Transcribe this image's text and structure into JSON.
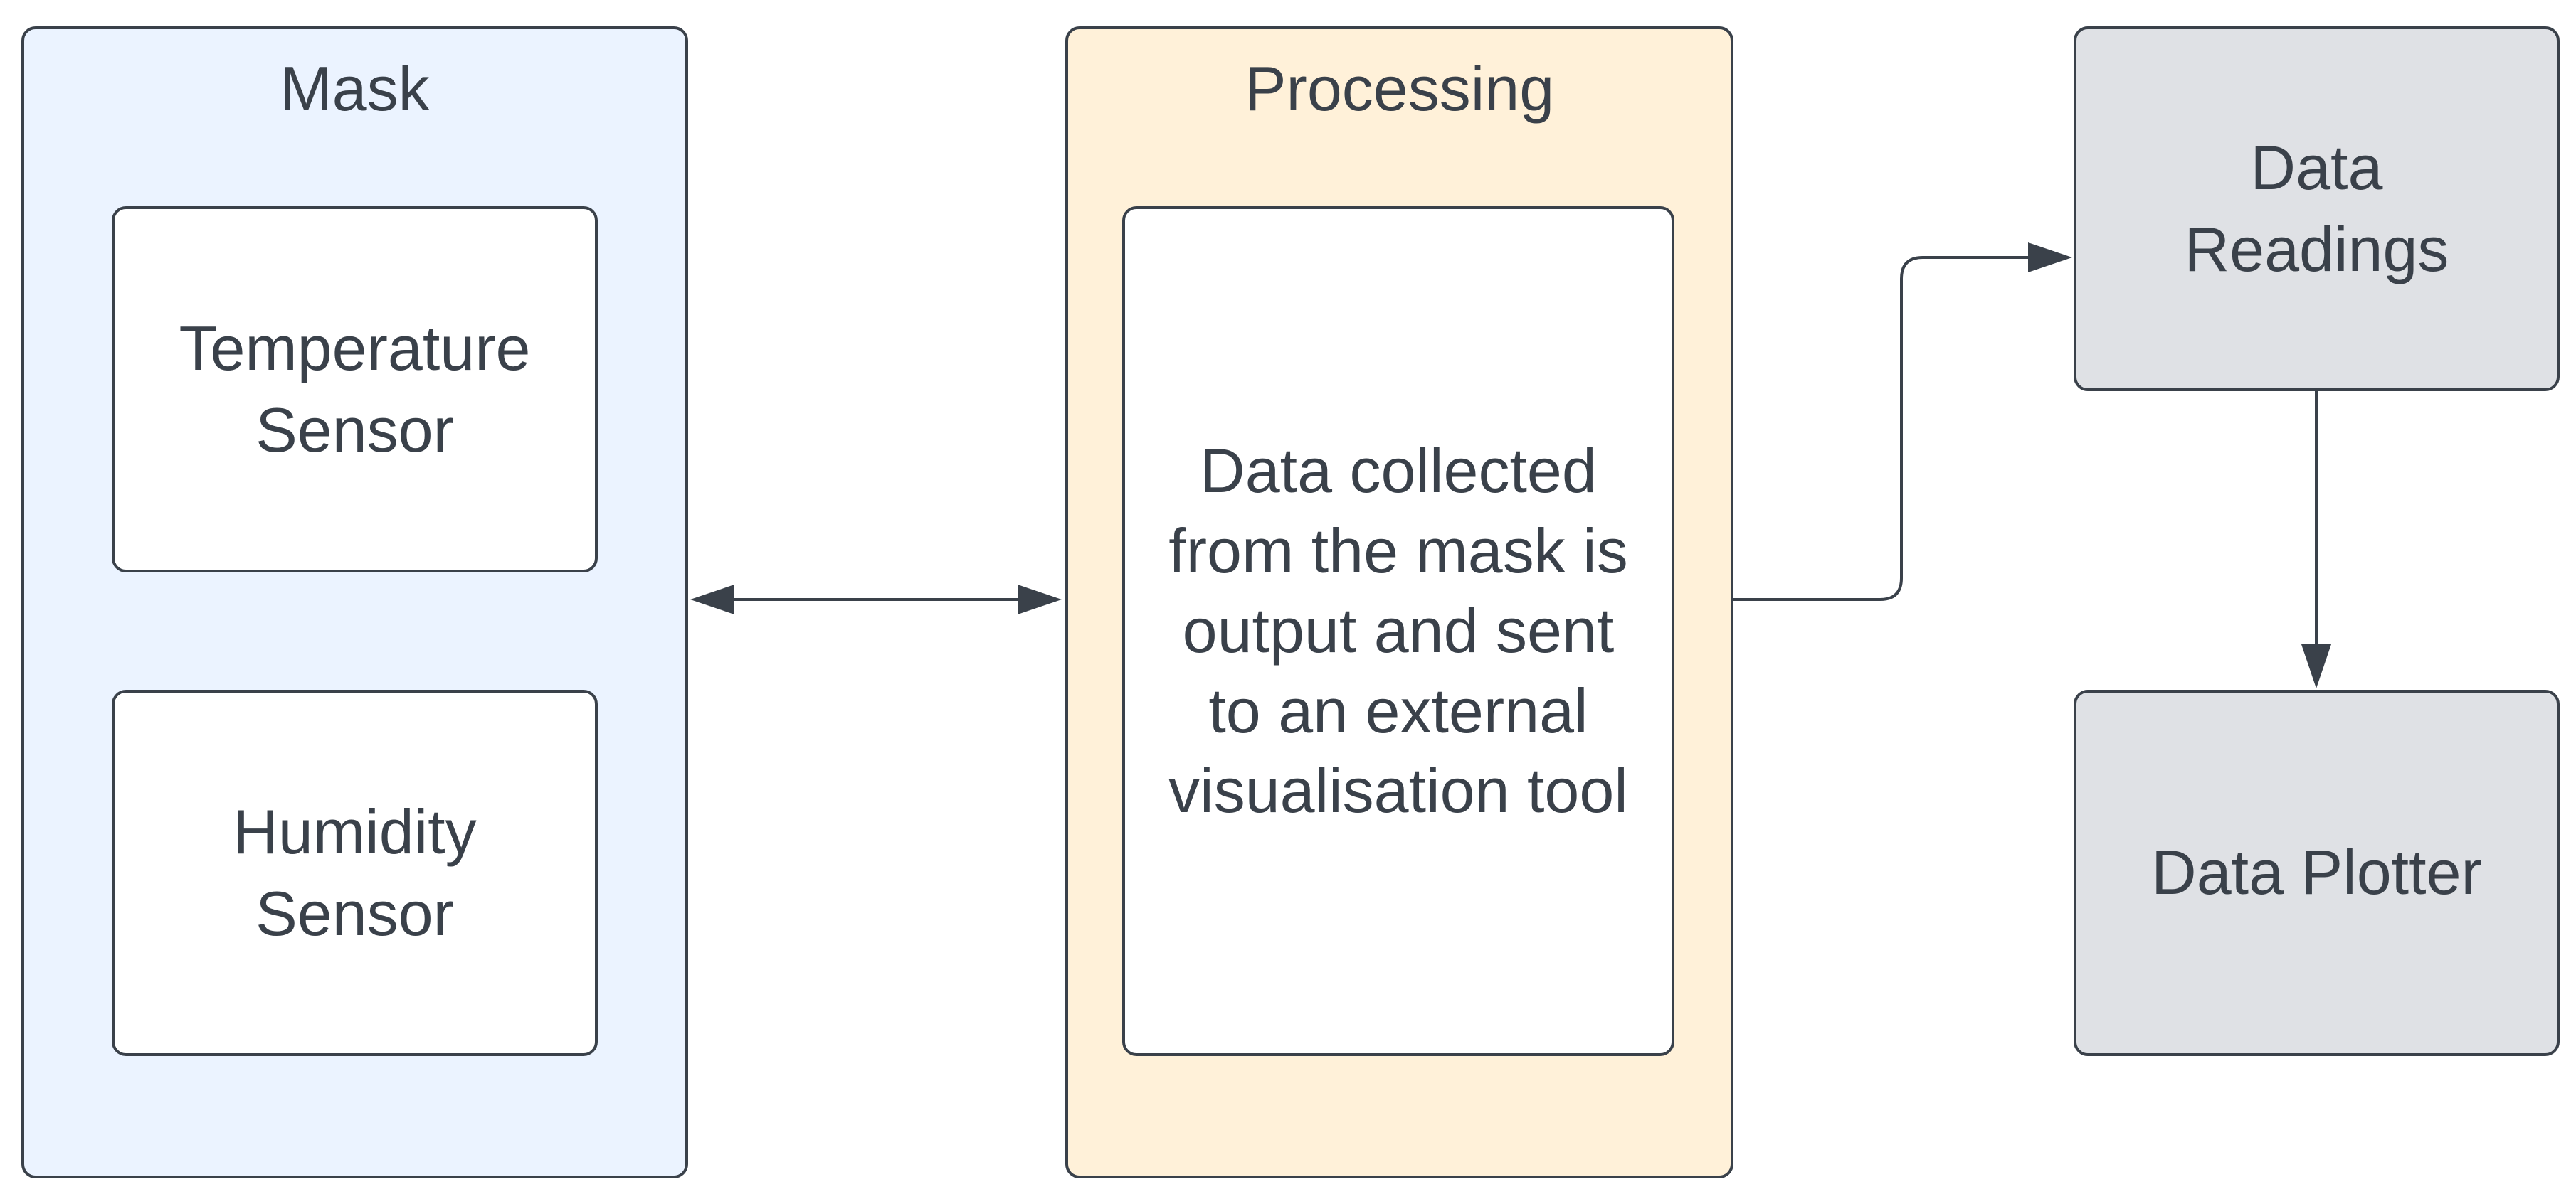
{
  "mask": {
    "title": "Mask",
    "temperature_sensor": "Temperature\nSensor",
    "humidity_sensor": "Humidity\nSensor"
  },
  "processing": {
    "title": "Processing",
    "description": "Data collected\nfrom the mask is\noutput and sent\nto an external\nvisualisation tool"
  },
  "data_readings": "Data\nReadings",
  "data_plotter": "Data Plotter",
  "colors": {
    "mask_fill": "#ebf3ff",
    "processing_fill": "#fff1d9",
    "output_fill": "#dfe1e5",
    "stroke": "#3a414a"
  }
}
